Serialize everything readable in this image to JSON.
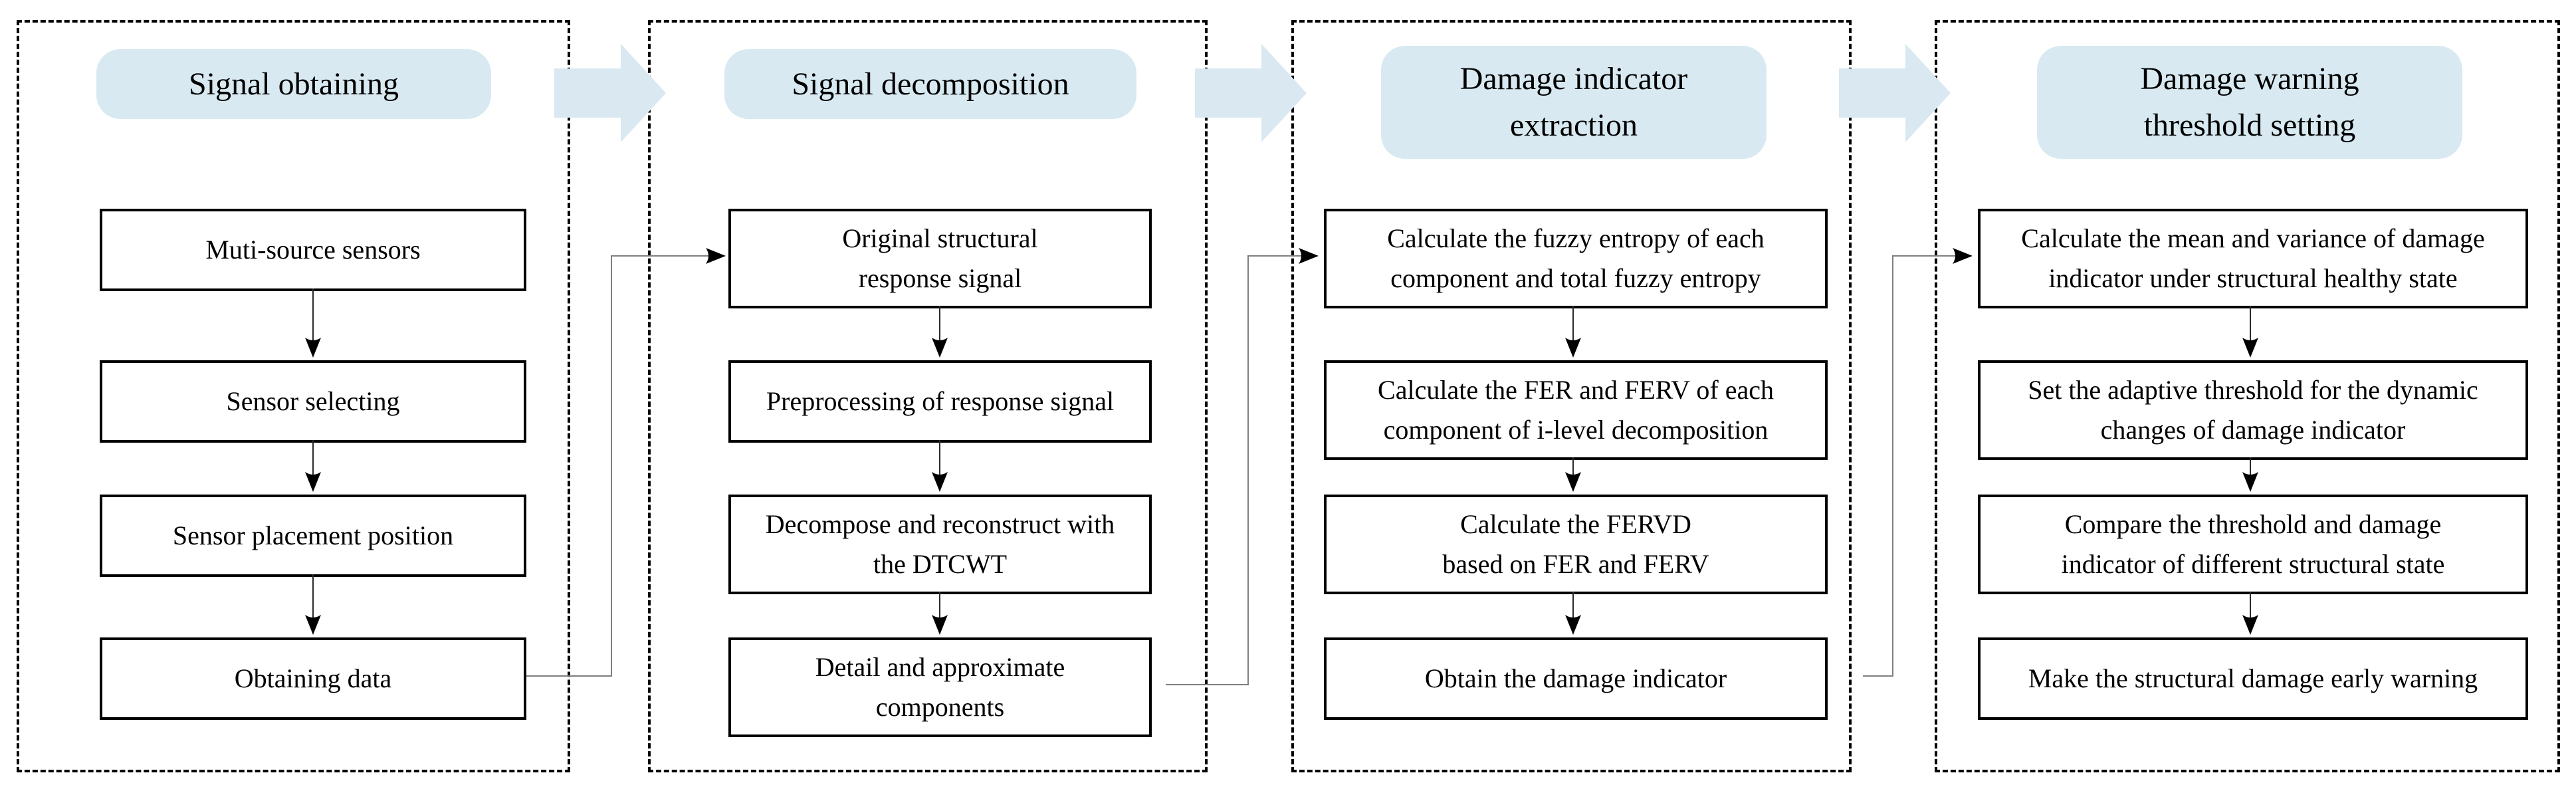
{
  "colors": {
    "pill_bg": "#d8e9f1",
    "flow_arrow": "#d9e8f1",
    "connector": "#7f7f7f",
    "line": "#2a2a2a",
    "box_border": "#000000",
    "panel_border": "#000000"
  },
  "icons": {
    "stage_arrow": "right-block-arrow",
    "step_arrow": "down-arrow",
    "elbow": "right-angle-connector"
  },
  "panels": [
    {
      "id": "signal-obtaining",
      "title": "Signal obtaining",
      "steps": [
        "Muti-source sensors",
        "Sensor selecting",
        "Sensor placement position",
        "Obtaining  data"
      ]
    },
    {
      "id": "signal-decomposition",
      "title": "Signal decomposition",
      "steps": [
        "Original structural\nresponse signal",
        "Preprocessing of response signal",
        "Decompose and reconstruct with\nthe DTCWT",
        "Detail and approximate\ncomponents"
      ]
    },
    {
      "id": "damage-indicator-extraction",
      "title": "Damage indicator\nextraction",
      "steps": [
        "Calculate the fuzzy entropy of each\ncomponent and total fuzzy entropy",
        "Calculate the  FER and FERV of each\ncomponent of i-level decomposition",
        "Calculate the  FERVD\nbased on FER and FERV",
        "Obtain the damage indicator"
      ]
    },
    {
      "id": "damage-warning-threshold-setting",
      "title": "Damage warning\nthreshold setting",
      "steps": [
        "Calculate the mean and variance of damage\nindicator under structural healthy state",
        "Set the adaptive threshold for the dynamic\nchanges of  damage indicator",
        "Compare the threshold and damage\nindicator of different structural state",
        "Make the structural damage early warning"
      ]
    }
  ]
}
